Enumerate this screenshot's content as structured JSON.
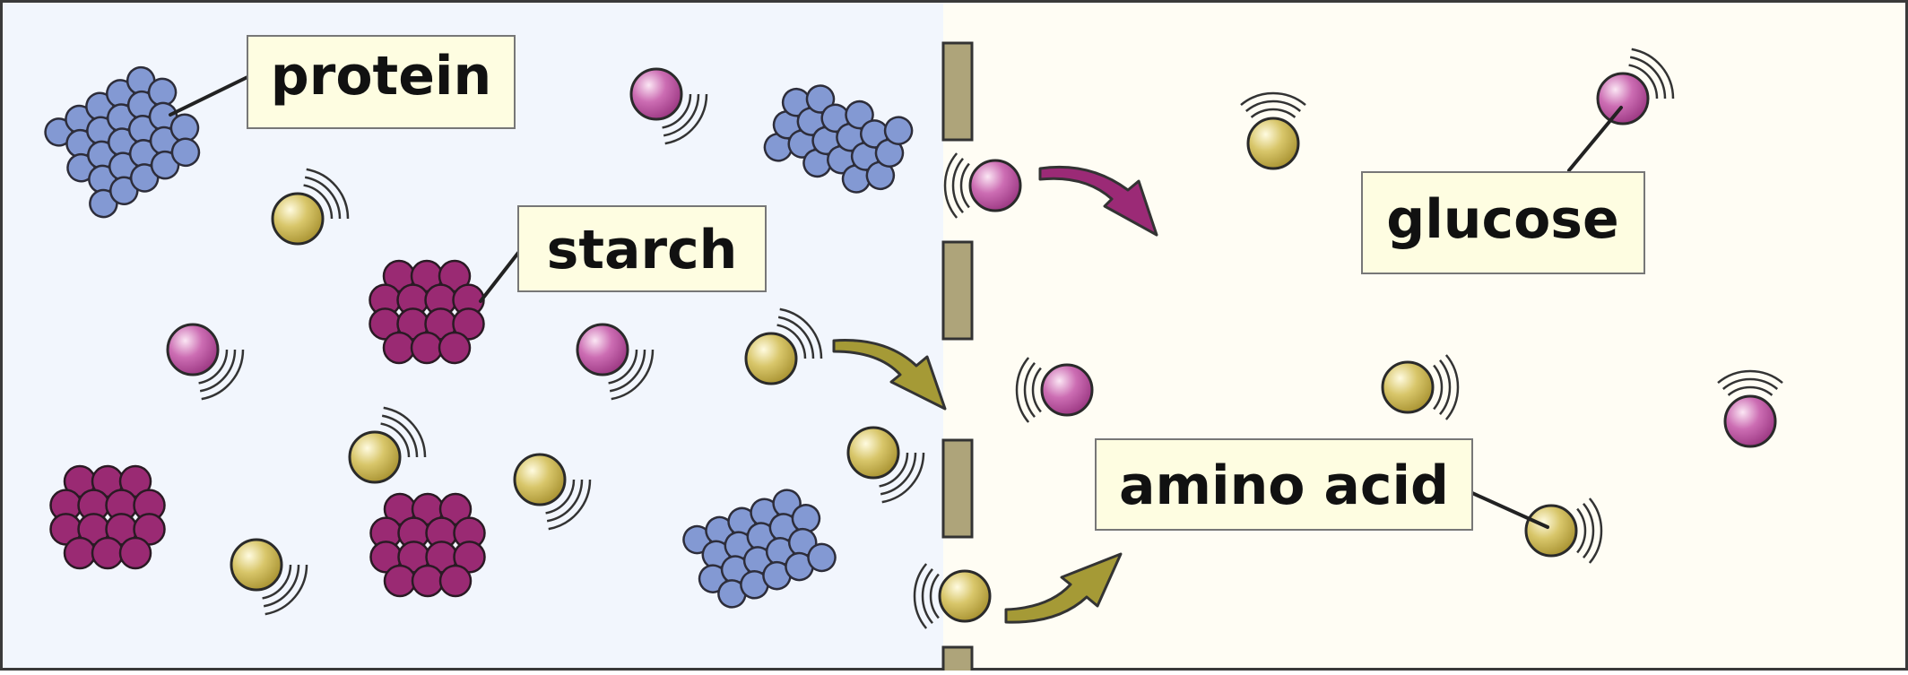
{
  "labels": {
    "protein": "protein",
    "starch": "starch",
    "glucose": "glucose",
    "amino_acid": "amino acid"
  },
  "colors": {
    "left_background": "#f2f6fd",
    "right_background": "#fffdf4",
    "protein_bead": "#8399d3",
    "starch_bead": "#9a2a73",
    "amino_acid": "#c7b34c",
    "glucose": "#b24e9a",
    "membrane": "#aea47a",
    "glucose_arrow": "#9b2a76",
    "amino_acid_arrow": "#a59a36",
    "label_box": "#fefde1"
  }
}
